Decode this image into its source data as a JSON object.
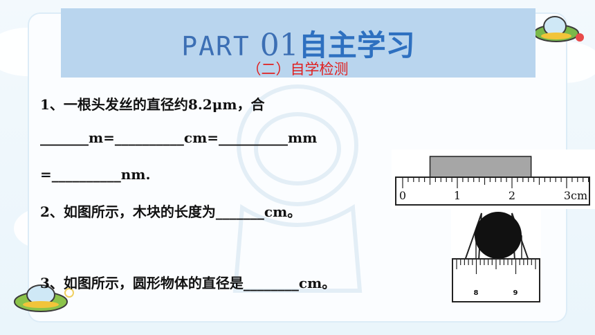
{
  "header": {
    "part_label": "PART",
    "part_number": "01",
    "section_title": "自主学习",
    "subtitle": "（二）自学检测"
  },
  "questions": {
    "q1_line1": "1、一根头发丝的直径约8.2μm，合",
    "q1_line2": "_______m=__________cm=__________mm",
    "q1_line3": "=__________nm.",
    "q2": "2、如图所示，木块的长度为_______cm。",
    "q3": "3、如图所示，圆形物体的直径是________cm。"
  },
  "ruler1": {
    "labels": [
      "0",
      "1",
      "2",
      "3cm"
    ],
    "block_start_cm": 0.5,
    "block_end_cm": 2.35
  },
  "ruler2": {
    "labels": [
      "8",
      "9"
    ]
  },
  "colors": {
    "header_bg": "#b9d5ee",
    "title_blue": "#2e70c0",
    "subtitle_red": "#e02020"
  }
}
